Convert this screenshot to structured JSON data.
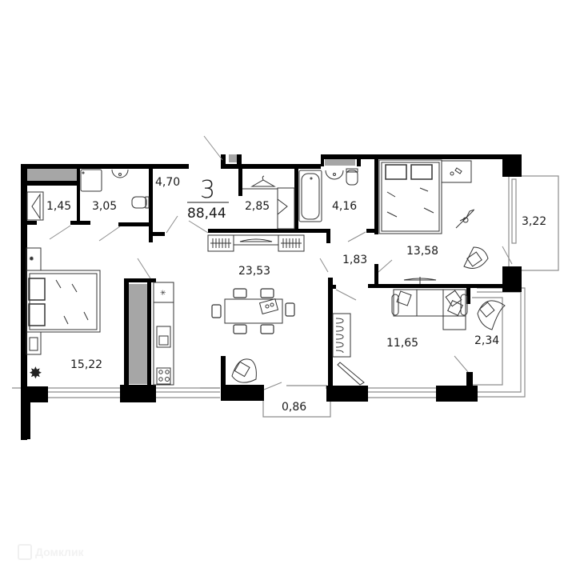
{
  "apartment": {
    "rooms_count": "3",
    "total_area": "88,44"
  },
  "rooms": [
    {
      "id": "wardrobe-left",
      "area": "1,45"
    },
    {
      "id": "bathroom-left",
      "area": "3,05"
    },
    {
      "id": "hallway",
      "area": "4,70"
    },
    {
      "id": "wardrobe-center",
      "area": "2,85"
    },
    {
      "id": "bathroom-right",
      "area": "4,16"
    },
    {
      "id": "corridor",
      "area": "1,83"
    },
    {
      "id": "bedroom-right",
      "area": "13,58"
    },
    {
      "id": "balcony-right",
      "area": "3,22"
    },
    {
      "id": "kitchen-living",
      "area": "23,53"
    },
    {
      "id": "bedroom-left",
      "area": "15,22"
    },
    {
      "id": "living-room",
      "area": "11,65"
    },
    {
      "id": "loggia-corner",
      "area": "2,34"
    },
    {
      "id": "balcony-small",
      "area": "0,86"
    }
  ],
  "colors": {
    "wall": "#000000",
    "shaft": "#a6a6a6",
    "furniture": "#333333",
    "window": "#999999"
  },
  "watermark": {
    "text": "Домклик"
  }
}
